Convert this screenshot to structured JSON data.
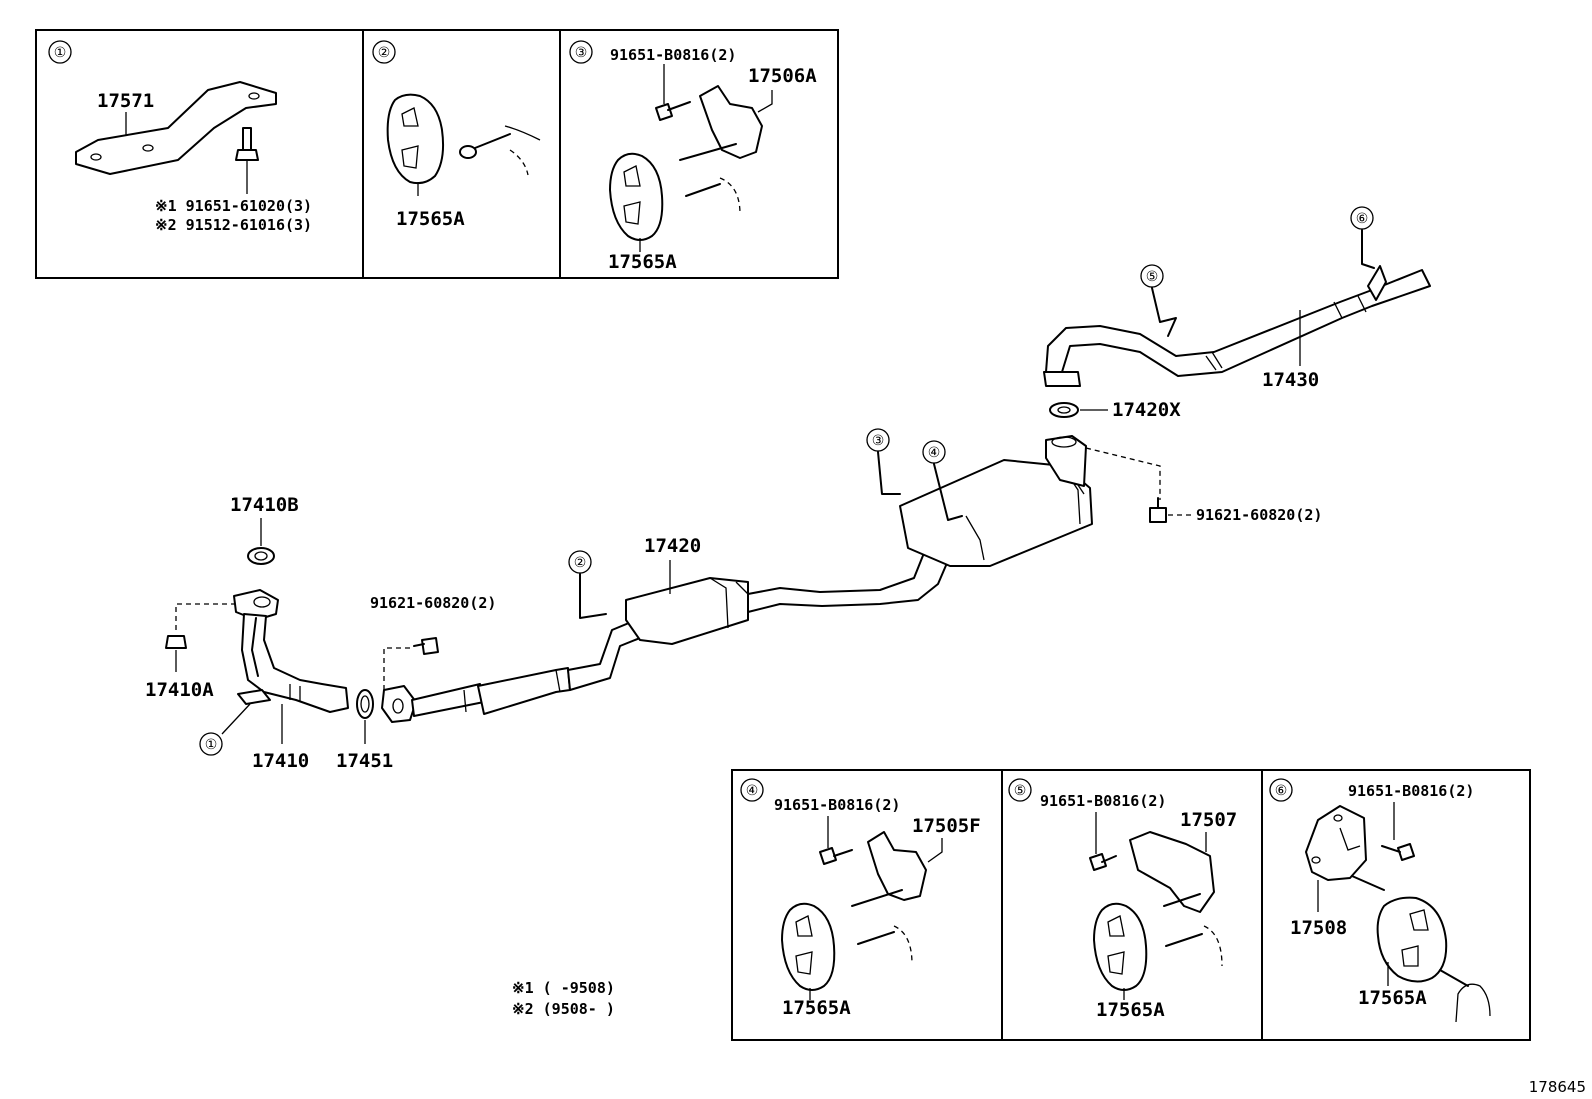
{
  "diagram_number": "178645",
  "legend": {
    "note1": "※1 (    -9508)",
    "note2": "※2 (9508-    )"
  },
  "callouts": [
    "①",
    "②",
    "③",
    "④",
    "⑤",
    "⑥"
  ],
  "inset1": {
    "part_bracket": "17571",
    "bolt1": "※1 91651-61020(3)",
    "bolt2": "※2 91512-61016(3)"
  },
  "inset2": {
    "hanger": "17565A"
  },
  "inset3": {
    "bolt": "91651-B0816(2)",
    "bracket": "17506A",
    "hanger": "17565A"
  },
  "inset4": {
    "bolt": "91651-B0816(2)",
    "bracket": "17505F",
    "hanger": "17565A"
  },
  "inset5": {
    "bolt": "91651-B0816(2)",
    "bracket": "17507",
    "hanger": "17565A"
  },
  "inset6": {
    "bolt": "91651-B0816(2)",
    "bracket": "17508",
    "hanger": "17565A"
  },
  "main": {
    "gasket_top": "17410B",
    "nut": "17410A",
    "front_pipe": "17410",
    "gasket_ring": "17451",
    "bolt_front": "91621-60820(2)",
    "center_pipe": "17420",
    "tail_gasket": "17420X",
    "tail_pipe": "17430",
    "bolt_rear": "91621-60820(2)"
  }
}
